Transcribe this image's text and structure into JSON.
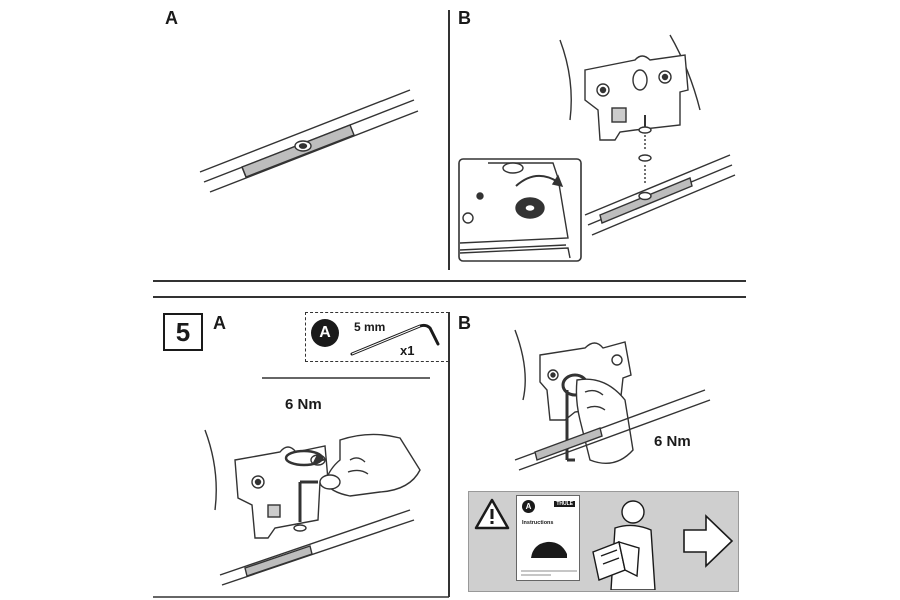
{
  "step": {
    "number": "5"
  },
  "panels": {
    "top_left_label": "A",
    "top_right_label": "B",
    "bottom_left_label": "A",
    "bottom_right_label": "B"
  },
  "tool": {
    "badge": "A",
    "size": "5 mm",
    "quantity": "x1"
  },
  "torque": {
    "left": "6 Nm",
    "right": "6 Nm"
  },
  "manual": {
    "badge": "A",
    "brand": "THULE",
    "title": "Instructions"
  },
  "colors": {
    "ink": "#1a1a1a",
    "rail_fill": "#bdbdbd",
    "warn_bg": "#cfcfcf"
  }
}
